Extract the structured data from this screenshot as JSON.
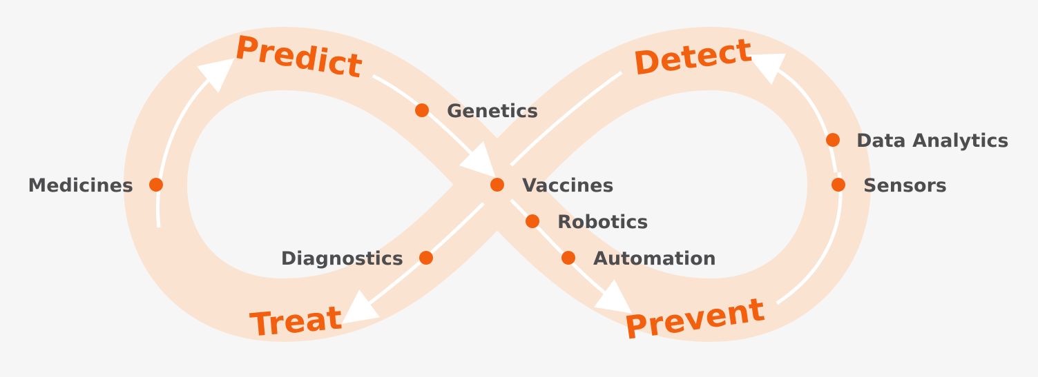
{
  "colors": {
    "accent": "#f2600f",
    "band": "#fbe3d2",
    "track": "#ffffff",
    "text": "#4d4d4f",
    "background": "#f6f6f6"
  },
  "phases": {
    "predict": "Predict",
    "detect": "Detect",
    "treat": "Treat",
    "prevent": "Prevent"
  },
  "nodes": {
    "genetics": "Genetics",
    "medicines": "Medicines",
    "vaccines": "Vaccines",
    "robotics": "Robotics",
    "diagnostics": "Diagnostics",
    "automation": "Automation",
    "data_analytics": "Data Analytics",
    "sensors": "Sensors"
  }
}
